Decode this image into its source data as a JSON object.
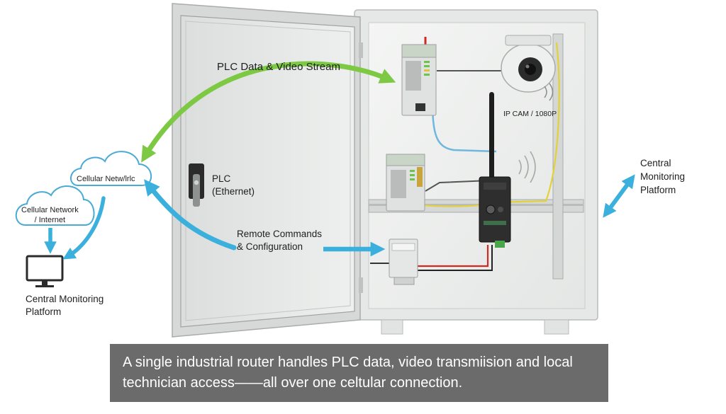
{
  "labels": {
    "plc_stream": "PLC Data & Video Stream",
    "cloud_main": "Cellular Netw/lrlc",
    "cloud_left": "Cellular Network\n/ Internet",
    "monitor_left": "Central Monitoring\nPlatform",
    "plc": "PLC\n(Ethernet)",
    "remote": "Remote Commands\n& Configuration",
    "ip_cam": "IP CAM / 1080P",
    "right_platform": "Central\nMonitoring\nPlatform"
  },
  "caption": "A single industrial router handles PLC data, video transmiision  and local technician access——all over one celtular connection.",
  "colors": {
    "green_arrow": "#7dc943",
    "blue_arrow": "#3bb0dc",
    "cloud_outline": "#4aaad6",
    "caption_bg": "#6b6b6b",
    "cabinet": "#e9eae9"
  },
  "icons": [
    "cloud-icon",
    "monitor-icon",
    "ip-camera-icon",
    "antenna-icon",
    "door-handle-icon"
  ]
}
